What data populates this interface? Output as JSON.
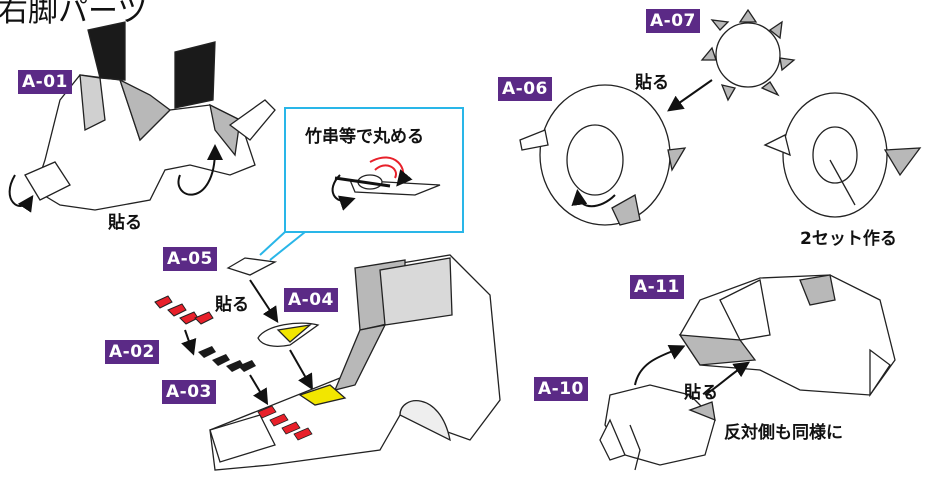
{
  "title": "右脚パーツ",
  "labels": {
    "a01": "A-01",
    "a02": "A-02",
    "a03": "A-03",
    "a04": "A-04",
    "a05": "A-05",
    "a06": "A-06",
    "a07": "A-07",
    "a10": "A-10",
    "a11": "A-11"
  },
  "notes": {
    "glue_a01": "貼る",
    "glue_a04": "貼る",
    "glue_a07": "貼る",
    "glue_a10": "貼る",
    "callout": "竹串等で丸める",
    "two_sets": "2セット作る",
    "mirror": "反対側も同様に"
  },
  "colors": {
    "tag_bg": "#5b2a86",
    "callout_border": "#29b6e8",
    "yellow_part": "#f2e600",
    "red_part": "#e8202a",
    "gray_part": "#b8b8b8",
    "black_part": "#1a1a1a"
  }
}
